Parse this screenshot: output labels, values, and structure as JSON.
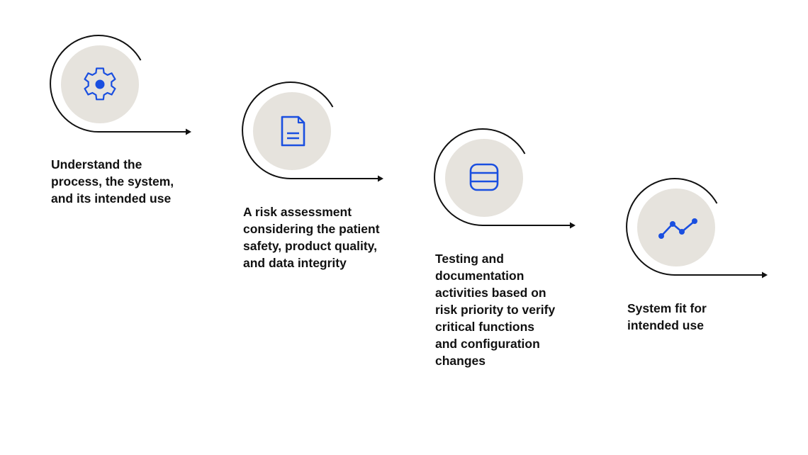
{
  "steps": [
    {
      "icon": "gear-icon",
      "label": "Understand the\nprocess, the system,\nand its intended use"
    },
    {
      "icon": "document-icon",
      "label": "A risk assessment\nconsidering the patient\nsafety, product quality,\nand data integrity"
    },
    {
      "icon": "database-icon",
      "label": "Testing and\ndocumentation\nactivities based on\nrisk priority to verify\ncritical functions\nand configuration\nchanges"
    },
    {
      "icon": "line-chart-icon",
      "label": "System fit for\nintended use"
    }
  ],
  "colors": {
    "accent": "#1a4fe0",
    "circle_fill": "#e6e3dd",
    "stroke": "#111111",
    "text": "#111111"
  }
}
